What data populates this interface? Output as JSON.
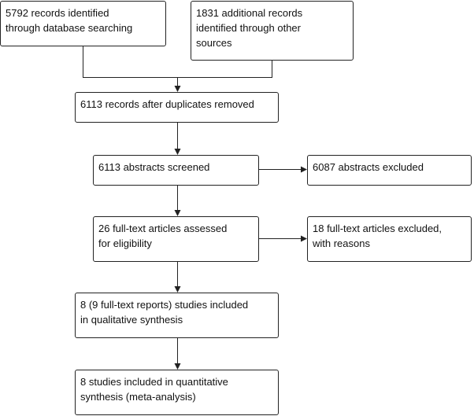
{
  "flowchart": {
    "records_database": {
      "line1": "5792 records identified",
      "line2": "through database searching"
    },
    "records_other": {
      "line1": "1831 additional records",
      "line2": "identified through other",
      "line3": "sources"
    },
    "duplicates_removed": {
      "line1": "6113 records after duplicates removed"
    },
    "abstracts_screened": {
      "line1": "6113 abstracts screened"
    },
    "abstracts_excluded": {
      "line1": "6087 abstracts excluded"
    },
    "fulltext_assessed": {
      "line1": "26 full-text articles assessed",
      "line2": "for eligibility"
    },
    "fulltext_excluded": {
      "line1": "18 full-text articles excluded,",
      "line2": "with reasons"
    },
    "qualitative_synthesis": {
      "line1": "8 (9 full-text reports) studies included",
      "line2": "in qualitative synthesis"
    },
    "quantitative_synthesis": {
      "line1": "8 studies included in quantitative",
      "line2": "synthesis (meta-analysis)"
    }
  },
  "colors": {
    "stroke": "#222222",
    "text": "#111111",
    "background": "#ffffff"
  }
}
